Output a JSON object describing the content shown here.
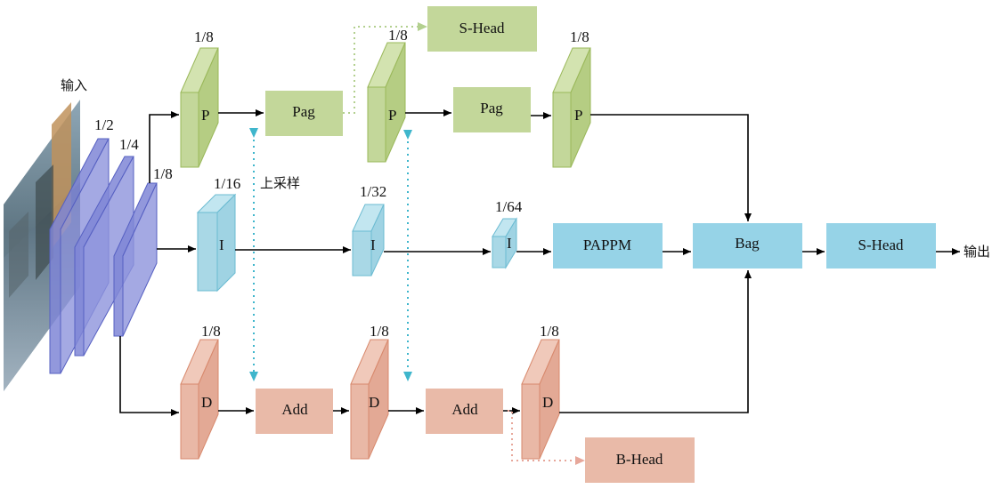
{
  "colors": {
    "green_face": "#c3d79a",
    "green_side": "#d3e3b0",
    "green_edge": "#9ab85a",
    "green_box": "#c3d79a",
    "blue_face": "#a9d8e6",
    "blue_side": "#c2e6f0",
    "blue_edge": "#6bbbd2",
    "blue_box": "#96d3e7",
    "orange_face": "#e9b8a6",
    "orange_side": "#f0c9ba",
    "orange_edge": "#d8896d",
    "orange_box": "#e9baa8",
    "purple_face": "#7f86d6",
    "purple_edge": "#5660c2",
    "dotted_teal": "#3fb6cc",
    "dotted_green": "#a9c98a",
    "dotted_orange": "#e7a79a"
  },
  "input": {
    "label": "输入"
  },
  "backbone": {
    "scales": [
      "1/2",
      "1/4",
      "1/8"
    ]
  },
  "upsample_label": "上采样",
  "output_label": "输出",
  "p_branch": {
    "nodes": [
      {
        "label": "P",
        "scale": "1/8"
      },
      {
        "label": "P",
        "scale": "1/8"
      },
      {
        "label": "P",
        "scale": "1/8"
      }
    ],
    "pag": [
      "Pag",
      "Pag"
    ],
    "head": "S-Head"
  },
  "i_branch": {
    "nodes": [
      {
        "label": "I",
        "scale": "1/16"
      },
      {
        "label": "I",
        "scale": "1/32"
      },
      {
        "label": "I",
        "scale": "1/64"
      }
    ],
    "pappm": "PAPPM",
    "bag": "Bag",
    "head": "S-Head"
  },
  "d_branch": {
    "nodes": [
      {
        "label": "D",
        "scale": "1/8"
      },
      {
        "label": "D",
        "scale": "1/8"
      },
      {
        "label": "D",
        "scale": "1/8"
      }
    ],
    "add": [
      "Add",
      "Add"
    ],
    "head": "B-Head"
  }
}
